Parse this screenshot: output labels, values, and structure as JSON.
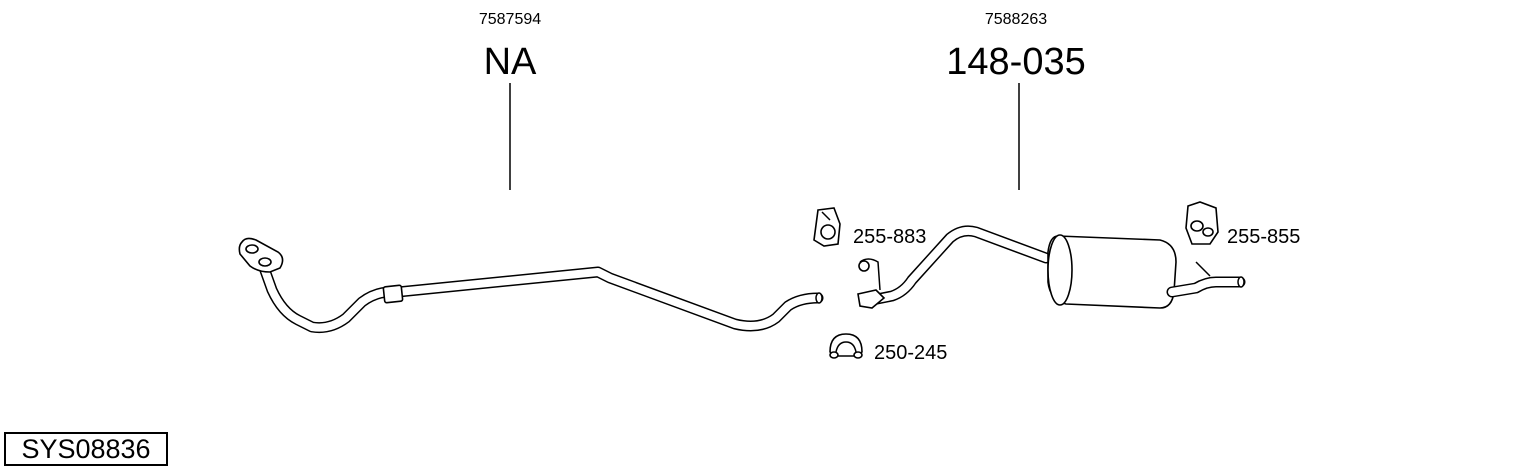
{
  "assemblies": [
    {
      "oem_number": "7587594",
      "part_number": "NA"
    },
    {
      "oem_number": "7588263",
      "part_number": "148-035"
    }
  ],
  "parts": [
    {
      "number": "255-883",
      "icon": "rubber-hanger-icon"
    },
    {
      "number": "250-245",
      "icon": "pipe-clamp-icon"
    },
    {
      "number": "255-855",
      "icon": "rubber-mount-icon"
    }
  ],
  "system_code": "SYS08836"
}
